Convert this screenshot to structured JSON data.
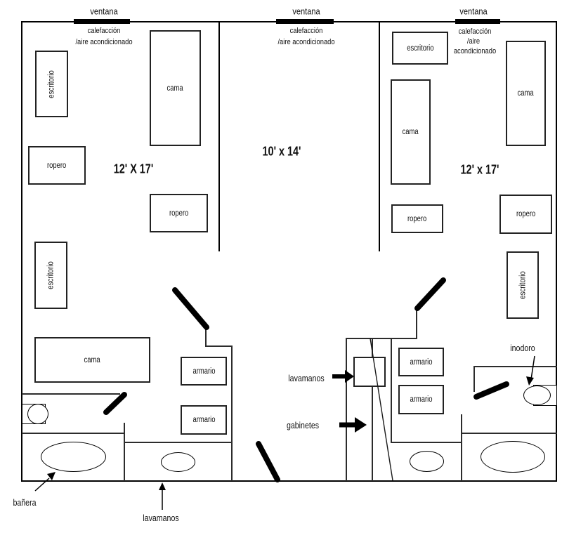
{
  "plan": {
    "windows": [
      {
        "label": "ventana",
        "hvac": [
          "calefacción",
          "/aire acondicionado"
        ]
      },
      {
        "label": "ventana",
        "hvac": [
          "calefacción",
          "/aire acondicionado"
        ]
      },
      {
        "label": "ventana",
        "hvac": [
          "calefacción",
          "/aire",
          "acondicionado"
        ]
      }
    ],
    "rooms": [
      {
        "name": "left-bedroom",
        "dimensions": "12' X 17'"
      },
      {
        "name": "middle-room",
        "dimensions": "10' x 14'"
      },
      {
        "name": "right-bedroom",
        "dimensions": "12' x 17'"
      }
    ],
    "labels": {
      "desk": "escritorio",
      "bed": "cama",
      "wardrobe": "ropero",
      "closet": "armario"
    },
    "callouts": {
      "sink_middle": "lavamanos",
      "cabinets": "gabinetes",
      "toilet": "inodoro",
      "bathtub": "bañera",
      "sink_bottom": "lavamanos"
    }
  }
}
